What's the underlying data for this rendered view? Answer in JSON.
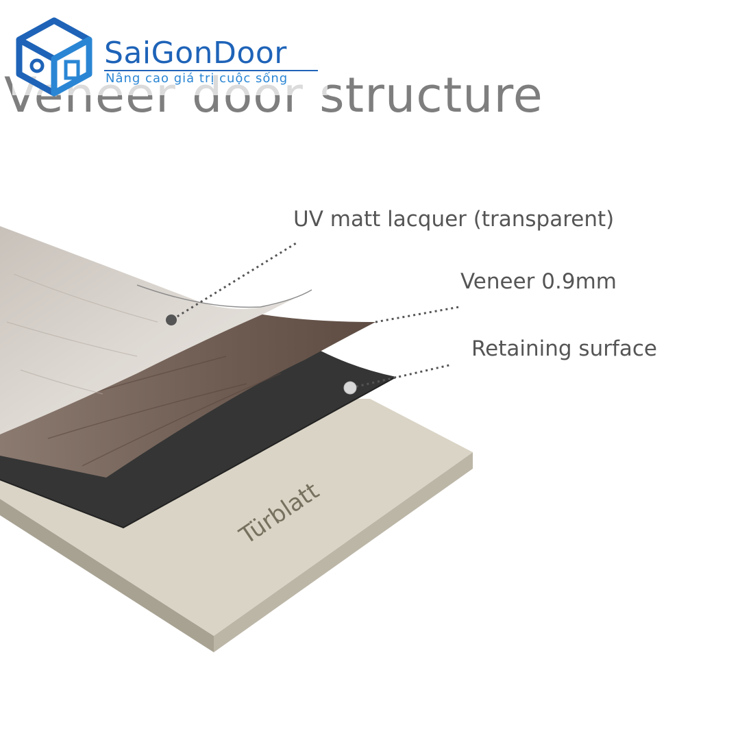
{
  "brand": {
    "name": "SaiGonDoor",
    "slogan": "Nâng cao giá trị cuộc sống",
    "color": "#1e63b8"
  },
  "diagram": {
    "title": "Veneer door structure",
    "layers": [
      {
        "label": "UV matt lacquer (transparent)"
      },
      {
        "label": "Veneer 0.9mm"
      },
      {
        "label": "Retaining surface"
      },
      {
        "label": "Türblatt"
      }
    ]
  }
}
